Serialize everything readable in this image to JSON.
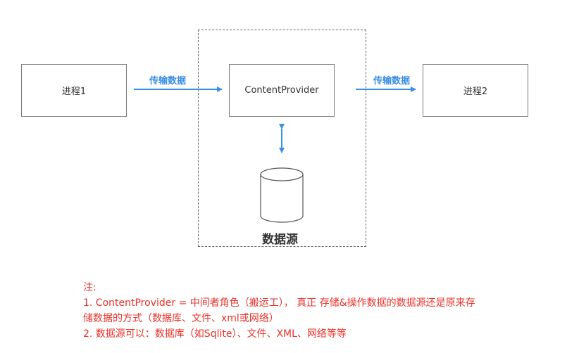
{
  "diagram": {
    "process1": "进程1",
    "process2": "进程2",
    "provider": "ContentProvider",
    "arrow_left_label": "传输数据",
    "arrow_right_label": "传输数据",
    "datasource_label": "数据源"
  },
  "notes": {
    "title": "注:",
    "line1": "1. ContentProvider = 中间者角色（搬运工）， 真正 存储&操作数据的数据源还是原来存",
    "line2": "储数据的方式（数据库、文件、xml或网络）",
    "line3": "2. 数据源可以：数据库（如Sqlite）、文件、XML、网络等等"
  },
  "colors": {
    "arrow": "#3a8ee6",
    "note_text": "#e8322a",
    "border": "#7a7a7a"
  }
}
